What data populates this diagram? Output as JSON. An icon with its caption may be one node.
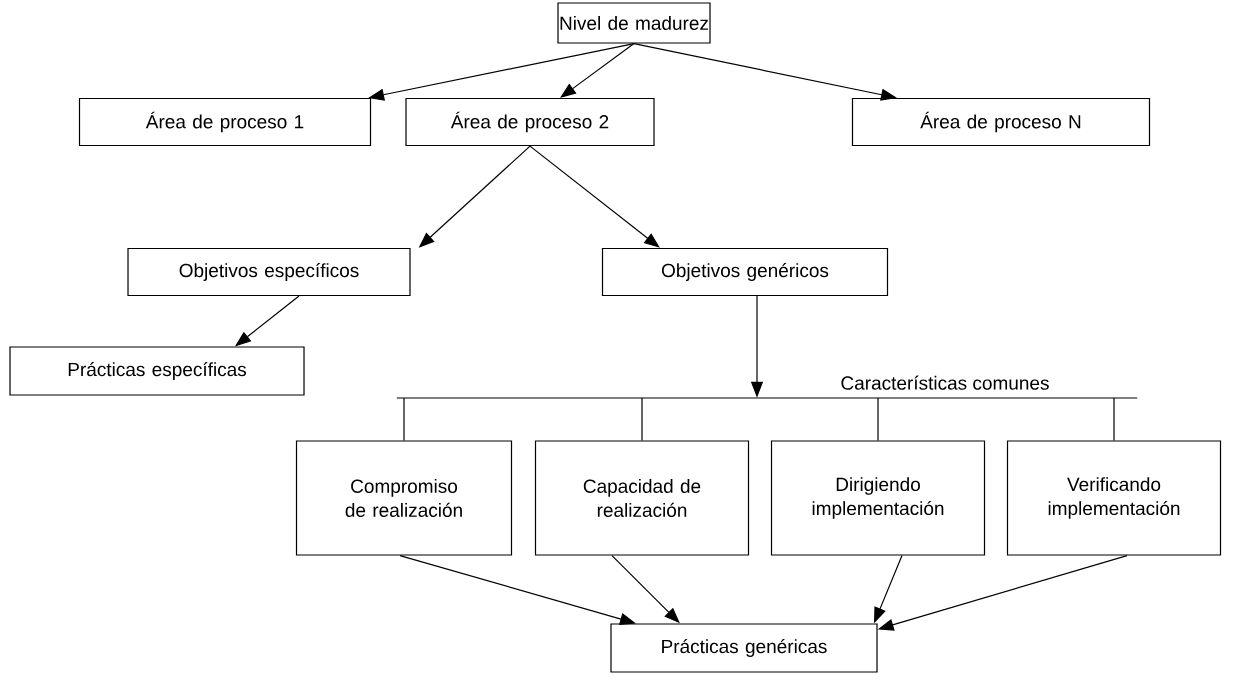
{
  "diagram": {
    "nodes": [
      {
        "text": [
          "Nivel de madurez"
        ]
      },
      {
        "text": [
          "Área de proceso 1"
        ]
      },
      {
        "text": [
          "Área de proceso 2"
        ]
      },
      {
        "text": [
          "Área de proceso N"
        ]
      },
      {
        "text": [
          "Objetivos específicos"
        ]
      },
      {
        "text": [
          "Objetivos genéricos"
        ]
      },
      {
        "text": [
          "Prácticas específicas"
        ]
      },
      {
        "text": [
          "Características comunes"
        ]
      },
      {
        "text": [
          "Compromiso de realización"
        ]
      },
      {
        "text": [
          "Capacidad de realización"
        ]
      },
      {
        "text": [
          "Dirigiendo implementación"
        ]
      },
      {
        "text": [
          "Verificando implementación"
        ]
      },
      {
        "text": [
          "Prácticas genéricas"
        ]
      }
    ],
    "edges": [
      {
        "from": 0,
        "to": 1,
        "arrow": "to"
      },
      {
        "from": 0,
        "to": 2,
        "arrow": "to"
      },
      {
        "from": 0,
        "to": 3,
        "arrow": "to"
      },
      {
        "from": 2,
        "to": 4,
        "arrow": "to"
      },
      {
        "from": 2,
        "to": 5,
        "arrow": "to"
      },
      {
        "from": 4,
        "to": 6,
        "arrow": "to"
      },
      {
        "from": 5,
        "to": 7,
        "arrow": "to"
      },
      {
        "from": 7,
        "to": 8,
        "arrow": "none"
      },
      {
        "from": 7,
        "to": 9,
        "arrow": "none"
      },
      {
        "from": 7,
        "to": 10,
        "arrow": "none"
      },
      {
        "from": 7,
        "to": 11,
        "arrow": "none"
      },
      {
        "from": 8,
        "to": 12,
        "arrow": "to"
      },
      {
        "from": 9,
        "to": 12,
        "arrow": "to"
      },
      {
        "from": 10,
        "to": 12,
        "arrow": "to"
      },
      {
        "from": 11,
        "to": 12,
        "arrow": "to"
      }
    ]
  }
}
